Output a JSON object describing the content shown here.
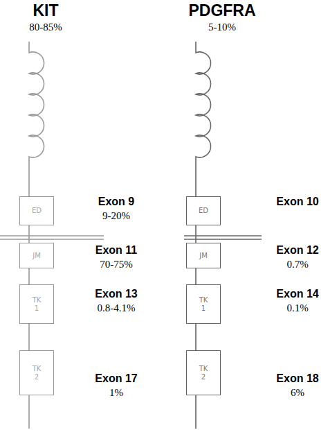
{
  "diagram": {
    "nodes": [
      {
        "text": [
          "ED"
        ]
      },
      {
        "text": [
          "JM"
        ]
      },
      {
        "text": [
          "TK 1"
        ]
      },
      {
        "text": [
          "TK 2"
        ]
      },
      {
        "text": [
          "ED"
        ]
      },
      {
        "text": [
          "JM"
        ]
      },
      {
        "text": [
          "TK 1"
        ]
      },
      {
        "text": [
          "TK 2"
        ]
      }
    ],
    "edges": [
      {
        "from": 0,
        "to": 1,
        "arrow": "none"
      },
      {
        "from": 1,
        "to": 2,
        "arrow": "none"
      },
      {
        "from": 2,
        "to": 3,
        "arrow": "none"
      },
      {
        "from": 4,
        "to": 5,
        "arrow": "none"
      },
      {
        "from": 5,
        "to": 6,
        "arrow": "none"
      },
      {
        "from": 6,
        "to": 7,
        "arrow": "none"
      }
    ],
    "labels": [
      "KIT",
      "80-85%",
      "PDGFRA",
      "5-10%",
      "Exon 9",
      "9-20%",
      "Exon 11",
      "70-75%",
      "Exon 13",
      "0.8-4.1%",
      "Exon 17",
      "1%",
      "Exon 10",
      "Exon 12",
      "0.7%",
      "Exon 14",
      "0.1%",
      "Exon 18",
      "6%"
    ]
  }
}
